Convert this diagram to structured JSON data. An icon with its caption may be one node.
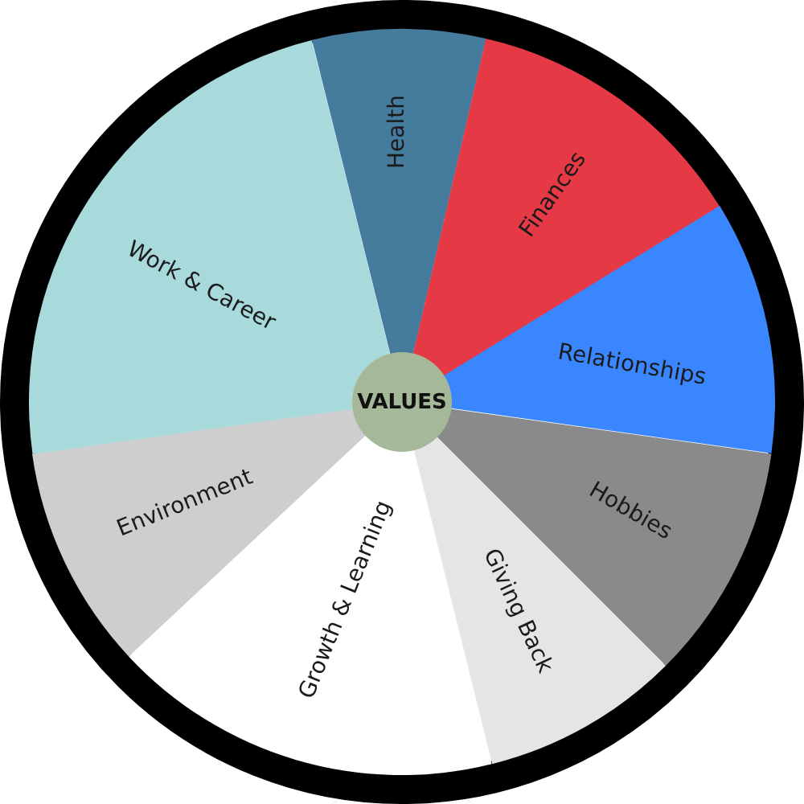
{
  "diagram": {
    "nodes": [
      {
        "text": [
          "Health"
        ]
      },
      {
        "text": [
          "Finances"
        ]
      },
      {
        "text": [
          "Relationships"
        ]
      },
      {
        "text": [
          "Hobbies"
        ]
      },
      {
        "text": [
          "Giving Back"
        ]
      },
      {
        "text": [
          "Growth & Learning"
        ]
      },
      {
        "text": [
          "Environment"
        ]
      },
      {
        "text": [
          "Work & Career"
        ]
      },
      {
        "text": [
          "VALUES"
        ]
      }
    ],
    "edges": []
  }
}
